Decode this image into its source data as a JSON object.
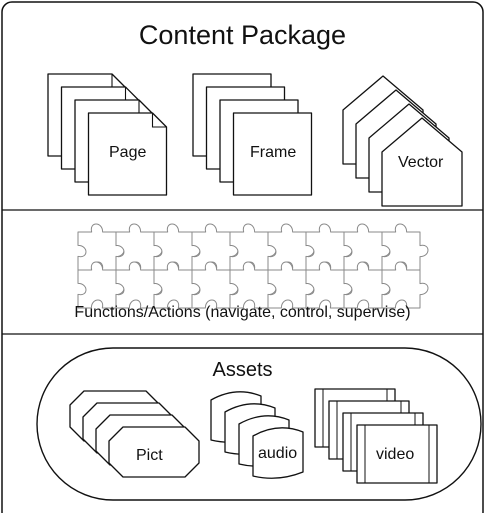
{
  "diagram": {
    "title": "Content Package",
    "content_items": [
      "Page",
      "Frame",
      "Vector"
    ],
    "functions_label": "Functions/Actions (navigate, control, supervise)",
    "assets": {
      "title": "Assets",
      "items": [
        "Pict",
        "audio",
        "video"
      ]
    },
    "colors": {
      "stroke": "#111111",
      "puzzle_stroke": "#8a8a8a",
      "background": "#ffffff"
    }
  }
}
